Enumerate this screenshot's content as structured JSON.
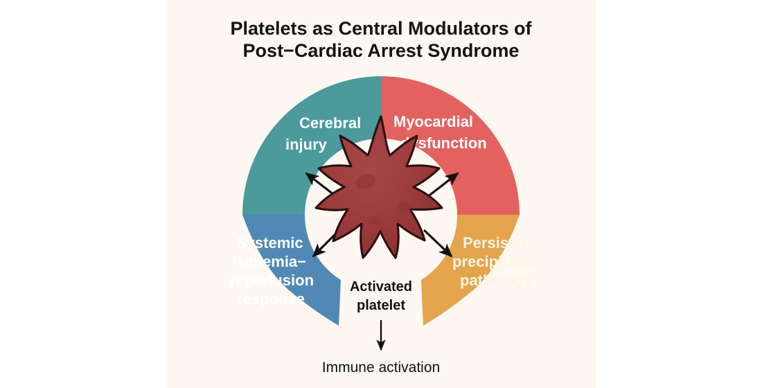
{
  "figure": {
    "title_line1": "Platelets as Central Modulators of",
    "title_line2": "Post−Cardiac Arrest Syndrome",
    "background_color": "#fdf8f1",
    "page_color": "#ffffff"
  },
  "center": {
    "label_line1": "Activated",
    "label_line2": "platelet",
    "shape": "activated-platelet-spiky",
    "body_color": "#9e3b3b",
    "outline_color": "#2a1010",
    "spike_count": 12
  },
  "quadrants": [
    {
      "id": "cerebral-injury",
      "position": "top-left",
      "color": "#4b9a9c",
      "text_color": "#ffffff",
      "lines": [
        "Cerebral",
        "injury"
      ],
      "arrow": "arrow-to-top-left"
    },
    {
      "id": "myocardial-dysfunction",
      "position": "top-right",
      "color": "#e3625f",
      "text_color": "#ffffff",
      "lines": [
        "Myocardial",
        "dysfunction"
      ],
      "arrow": "arrow-to-top-right"
    },
    {
      "id": "systemic-ischemia-reperfusion-response",
      "position": "bottom-left",
      "color": "#5089b5",
      "text_color": "#ffffff",
      "lines": [
        "Systemic",
        "ischemia−",
        "reperfusion",
        "response"
      ],
      "arrow": "arrow-to-bottom-left"
    },
    {
      "id": "persistent-precipitation-pathology",
      "position": "bottom-right",
      "color": "#e3a44b",
      "text_color": "#fdf5e6",
      "lines": [
        "Persistent",
        "precipitation",
        "pathology"
      ],
      "arrow": "arrow-to-bottom-right"
    }
  ],
  "footer": {
    "label": "Immune activation",
    "arrow": "arrow-down"
  },
  "chart_data": {
    "type": "diagram",
    "title": "Platelets as Central Modulators of Post−Cardiac Arrest Syndrome",
    "layout": "radial hub-and-spoke: central activated platelet with four surrounding ring sectors and one downward outflow",
    "hub": "Activated platelet",
    "sectors": [
      {
        "label": "Cerebral injury",
        "quadrant": "top-left",
        "color": "#4b9a9c"
      },
      {
        "label": "Myocardial dysfunction",
        "quadrant": "top-right",
        "color": "#e3625f"
      },
      {
        "label": "Systemic ischemia−reperfusion response",
        "quadrant": "bottom-left",
        "color": "#5089b5"
      },
      {
        "label": "Persistent precipitation pathology",
        "quadrant": "bottom-right",
        "color": "#e3a44b"
      }
    ],
    "outflow": [
      {
        "label": "Immune activation",
        "direction": "down"
      }
    ],
    "edges": [
      {
        "from": "Activated platelet",
        "to": "Cerebral injury"
      },
      {
        "from": "Activated platelet",
        "to": "Myocardial dysfunction"
      },
      {
        "from": "Activated platelet",
        "to": "Systemic ischemia−reperfusion response"
      },
      {
        "from": "Activated platelet",
        "to": "Persistent precipitation pathology"
      },
      {
        "from": "Activated platelet",
        "to": "Immune activation"
      }
    ]
  }
}
